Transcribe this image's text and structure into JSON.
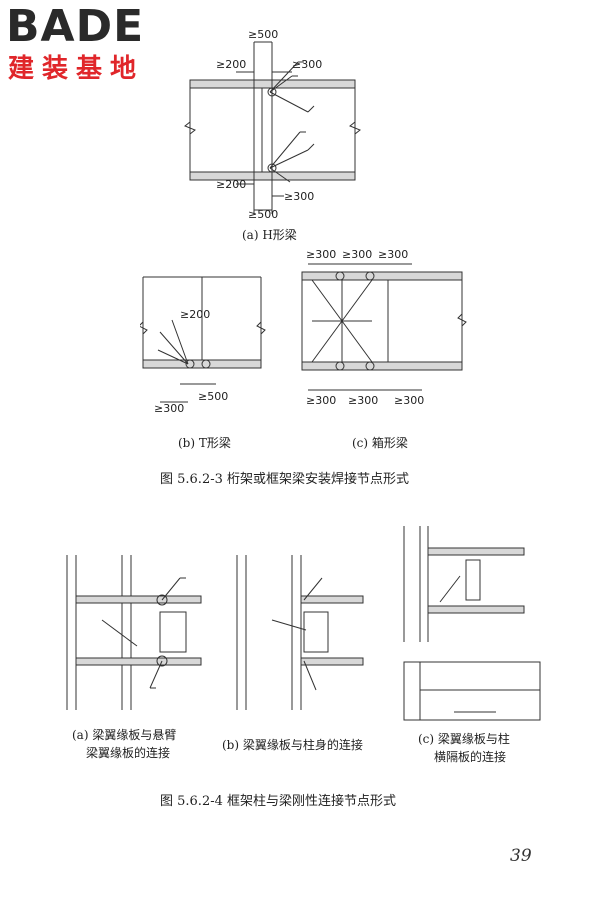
{
  "logo": {
    "brand": "BADE",
    "subtitle": "建装基地"
  },
  "figure1": {
    "title": "图 5.6.2-3   桁架或框架梁安装焊接节点形式",
    "captions": {
      "a": "(a) H形梁",
      "b": "(b)  T形梁",
      "c": "(c) 箱形梁"
    },
    "dims": {
      "d500": "≥500",
      "d300": "≥300",
      "d200": "≥200"
    }
  },
  "figure2": {
    "title": "图 5.6.2-4    框架柱与梁刚性连接节点形式",
    "captions": {
      "a1": "(a) 梁翼缘板与悬臂",
      "a2": "梁翼缘板的连接",
      "b": "(b) 梁翼缘板与柱身的连接",
      "c1": "(c) 梁翼缘板与柱",
      "c2": "横隔板的连接"
    }
  },
  "page_number": "39"
}
